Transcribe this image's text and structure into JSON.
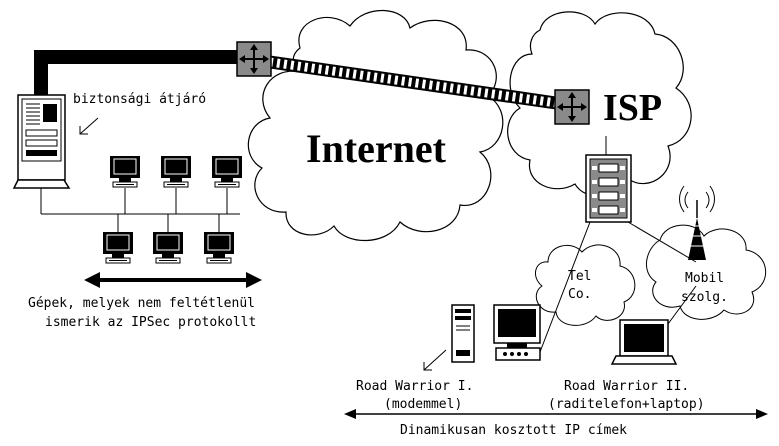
{
  "labels": {
    "internet": "Internet",
    "isp": "ISP",
    "gateway": "biztonsági átjáró",
    "machines_line1": "Gépek, melyek nem feltétlenül",
    "machines_line2": "ismerik az IPSec protokollt",
    "telco_line1": "Tel",
    "telco_line2": "Co.",
    "mobile_line1": "Mobil",
    "mobile_line2": "szolg.",
    "rw1_line1": "Road Warrior I.",
    "rw1_line2": "(modemmel)",
    "rw2_line1": "Road Warrior II.",
    "rw2_line2": "(raditelefon+laptop)",
    "dynamic_ip": "Dinamikusan kosztott IP címek"
  },
  "icons": [
    "cloud-icon",
    "router-icon",
    "server-tower-icon",
    "workstation-icon",
    "modem-bank-icon",
    "antenna-tower-icon",
    "laptop-icon",
    "arrow-icon"
  ],
  "colors": {
    "ink": "#000000",
    "paper": "#ffffff",
    "screen": "#000000"
  }
}
